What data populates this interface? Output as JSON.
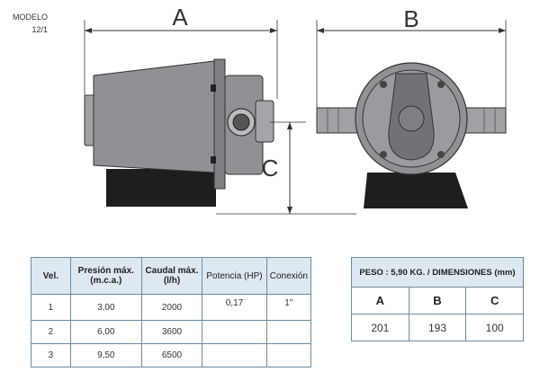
{
  "model": {
    "label": "MODELO",
    "number": "12/1"
  },
  "dimension_labels": {
    "a": "A",
    "b": "B",
    "c": "C"
  },
  "specs_table": {
    "headers": [
      "Vel.",
      "Presión máx. (m.c.a.)",
      "Caudal máx. (l/h)",
      "Potencia (HP)",
      "Conexión"
    ],
    "rows": [
      [
        "1",
        "3,00",
        "2000",
        "0,17",
        "1\""
      ],
      [
        "2",
        "6,00",
        "3600",
        "",
        ""
      ],
      [
        "3",
        "9,50",
        "6500",
        "",
        ""
      ]
    ]
  },
  "dims_table": {
    "title": "PESO : 5,90 KG. / DIMENSIONES (mm)",
    "headers": [
      "A",
      "B",
      "C"
    ],
    "values": [
      "201",
      "193",
      "100"
    ]
  },
  "colors": {
    "body": "#8f9194",
    "body_dark": "#6e7073",
    "base": "#1e1e1e",
    "table_header": "#dde8f0",
    "table_border": "#6f8aa0"
  }
}
